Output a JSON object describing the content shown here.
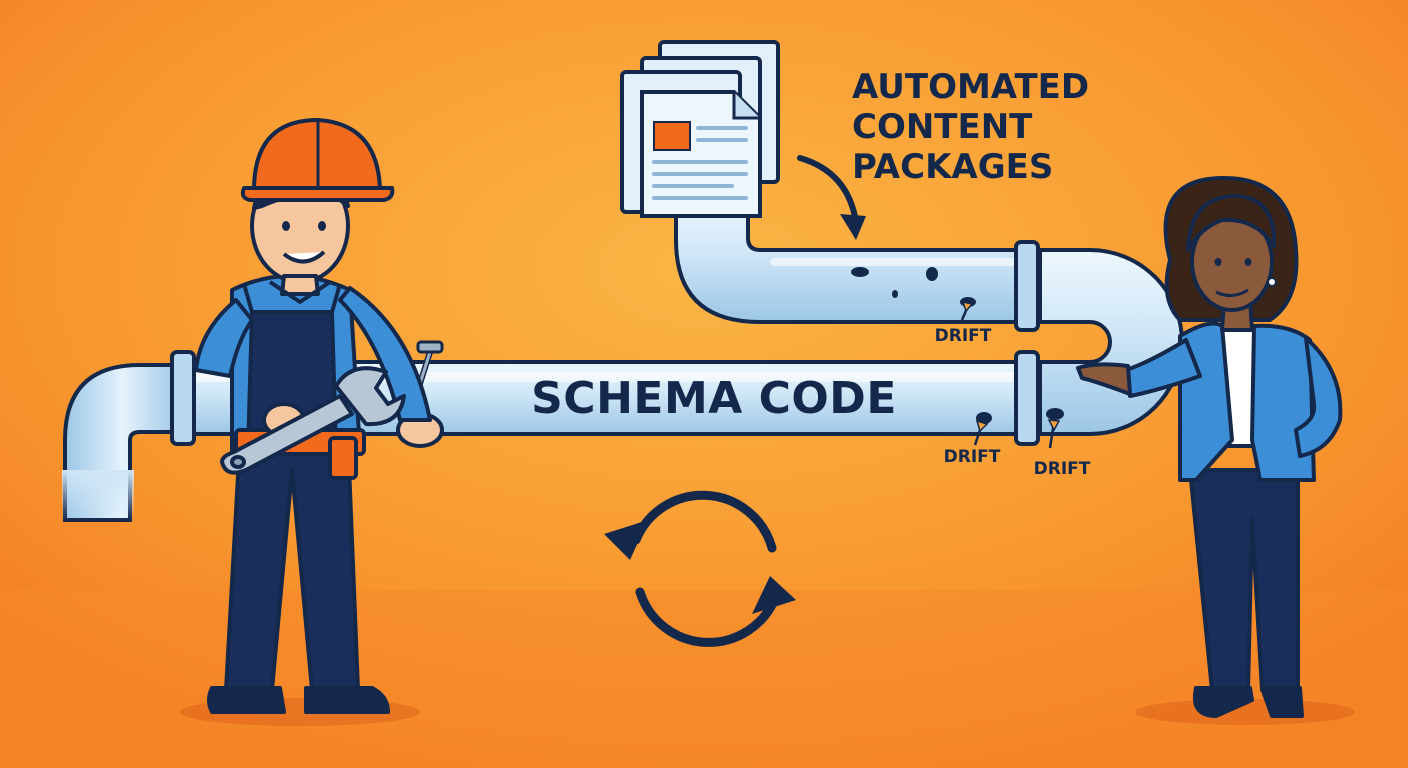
{
  "heading": {
    "line1": "AUTOMATED",
    "line2": "CONTENT",
    "line3": "PACKAGES"
  },
  "pipe": {
    "label": "SCHEMA CODE"
  },
  "leaks": [
    {
      "label": "DRIFT"
    },
    {
      "label": "DRIFT"
    },
    {
      "label": "DRIFT"
    }
  ],
  "colors": {
    "background": "#f7922e",
    "pipe": "#cfe6f7",
    "outline": "#14284b",
    "accent": "#f26b1d"
  },
  "icons": [
    "document-stack-icon",
    "curved-arrow-icon",
    "refresh-cycle-icon",
    "wrench-icon",
    "hard-hat-icon"
  ]
}
